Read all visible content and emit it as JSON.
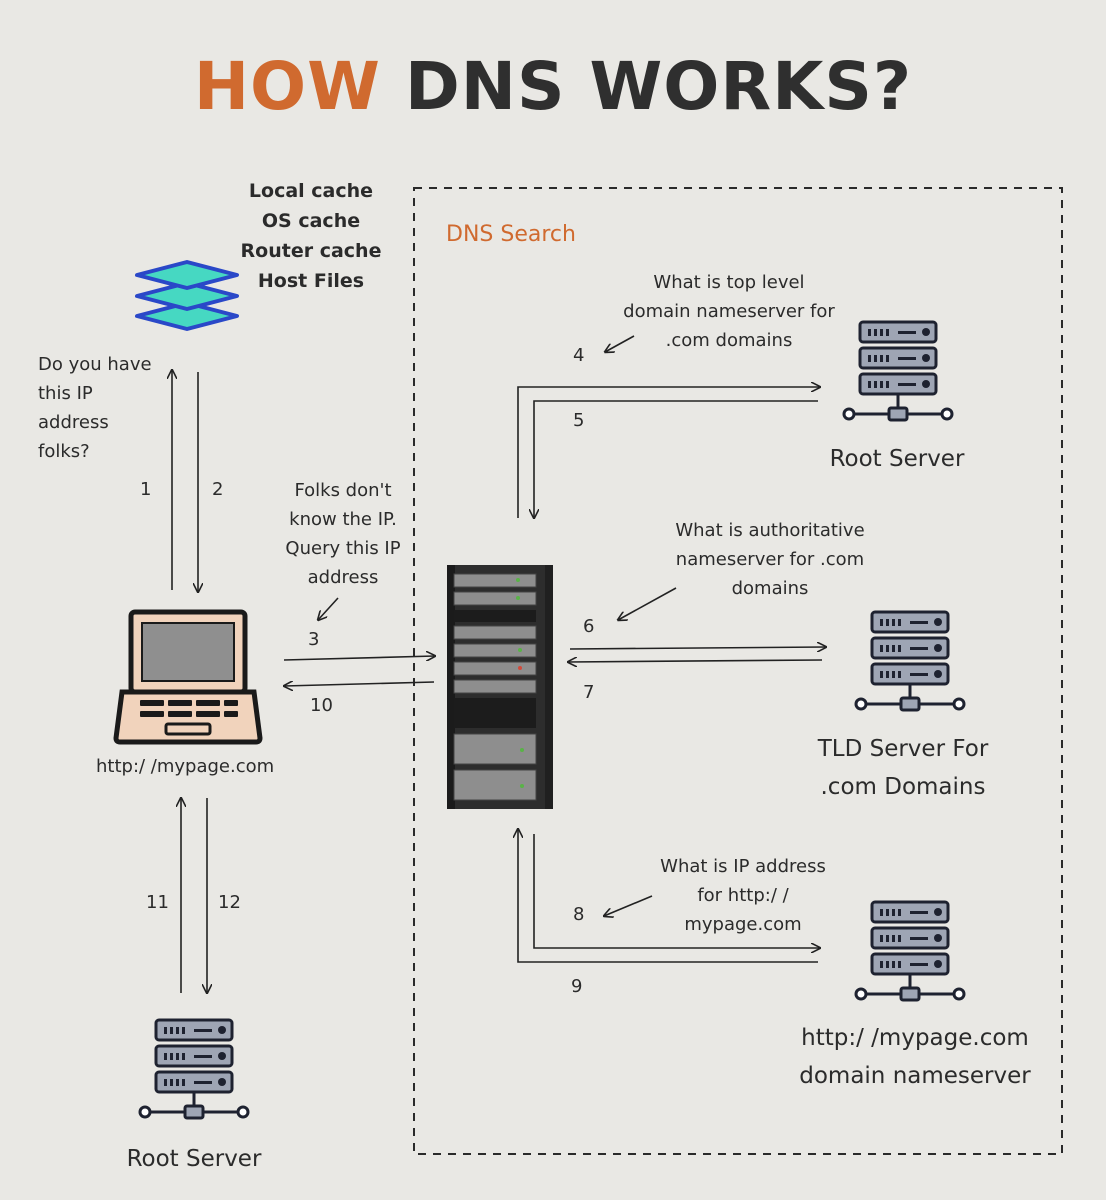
{
  "title": {
    "highlight": "HOW",
    "rest": "DNS WORKS?"
  },
  "cache_list": [
    "Local cache",
    "OS cache",
    "Router cache",
    "Host Files"
  ],
  "section_label": "DNS Search",
  "questions": {
    "have_ip": [
      "Do you have",
      "this IP",
      "address",
      "folks?"
    ],
    "dont_know": [
      "Folks don't",
      "know the IP.",
      "Query this IP",
      "address"
    ],
    "tld_query": [
      "What is top level",
      "domain nameserver for",
      ".com domains"
    ],
    "auth_query": [
      "What is authoritative",
      "nameserver for .com",
      "domains"
    ],
    "ip_query": [
      "What is IP address",
      "for http:/ /",
      "mypage.com"
    ]
  },
  "steps": [
    "1",
    "2",
    "3",
    "4",
    "5",
    "6",
    "7",
    "8",
    "9",
    "10",
    "11",
    "12"
  ],
  "client_url": "http:/ /mypage.com",
  "servers": {
    "root_top": [
      "Root Server"
    ],
    "tld": [
      "TLD Server For",
      ".com Domains"
    ],
    "authoritative": [
      "http:/ /mypage.com",
      "domain nameserver"
    ],
    "root_bottom": [
      "Root Server"
    ]
  },
  "colors": {
    "accent": "#d06a2f",
    "background": "#e9e8e4",
    "layers": "#46d8c2",
    "layer_outline": "#2a48c8"
  }
}
